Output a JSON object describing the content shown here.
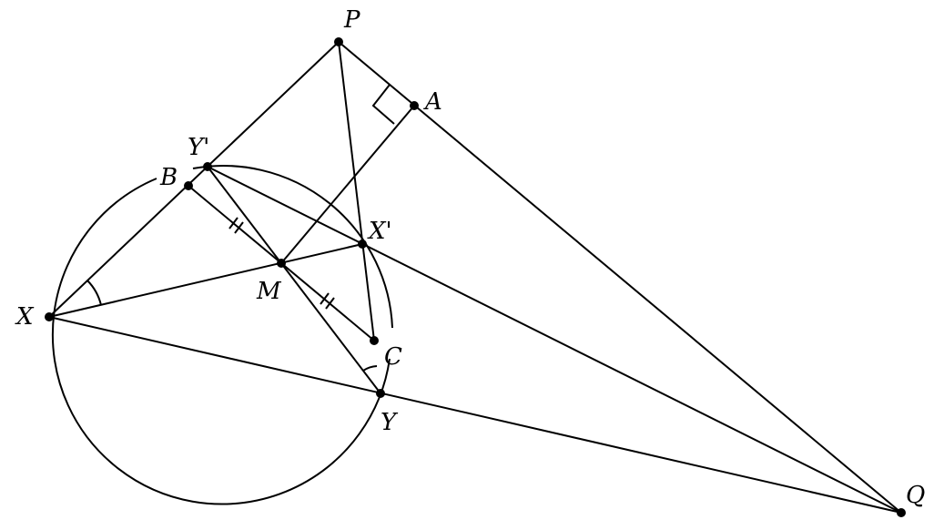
{
  "figure": {
    "points": {
      "P": "P",
      "A": "A",
      "B": "B",
      "Yp": "Y'",
      "Xp": "X'",
      "M": "M",
      "X": "X",
      "C": "C",
      "Y": "Y",
      "Q": "Q"
    }
  }
}
